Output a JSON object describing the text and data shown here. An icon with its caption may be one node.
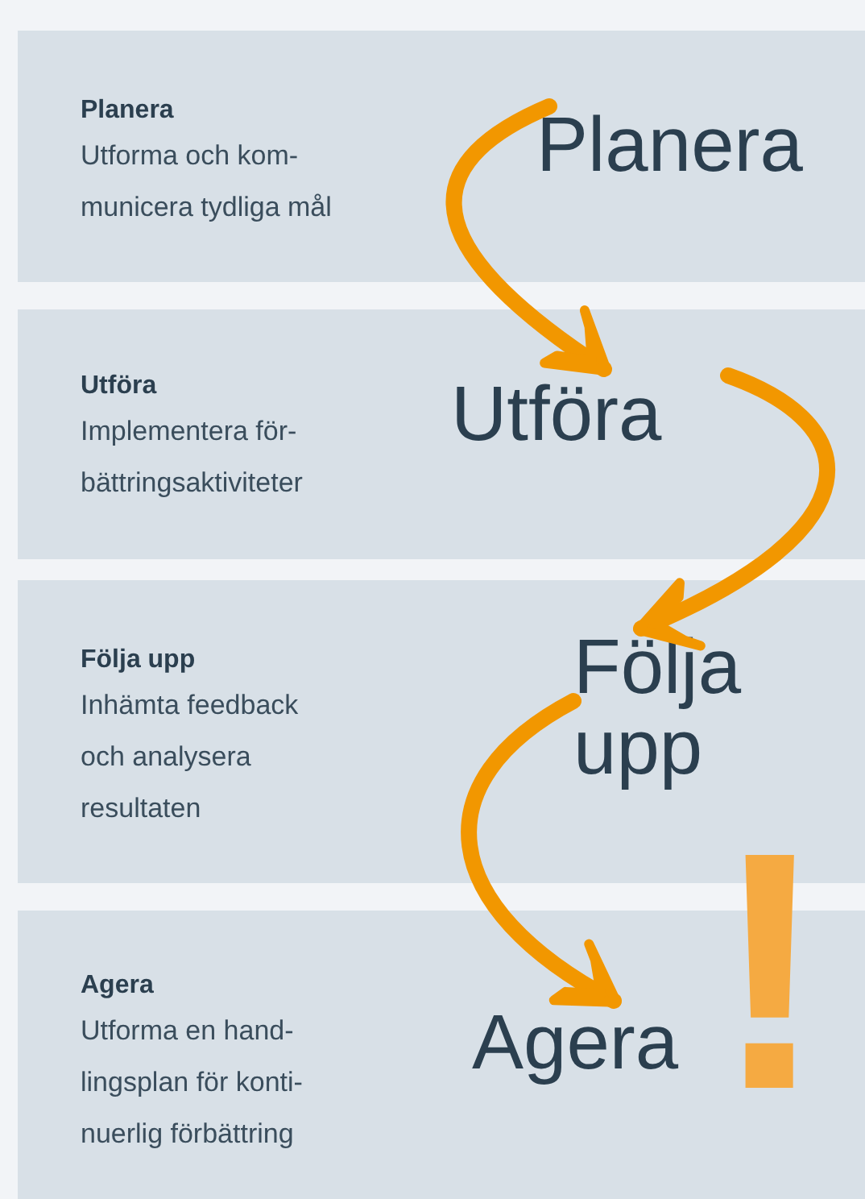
{
  "diagram": {
    "nodes": [
      {
        "text": [
          "Planera",
          "Utforma och kom- municera tydliga mål"
        ]
      },
      {
        "text": [
          "Planera"
        ],
        "in": 0
      },
      {
        "text": [
          "Utföra",
          "Implementera för- bättringsaktiviteter"
        ]
      },
      {
        "text": [
          "Utföra"
        ],
        "in": 2
      },
      {
        "text": [
          "Följa upp",
          "Inhämta feedback och analysera resultaten"
        ]
      },
      {
        "text": [
          "Följa upp"
        ],
        "in": 4
      },
      {
        "text": [
          "Agera",
          "Utforma en hand- lingsplan för konti- nuerlig förbättring"
        ]
      },
      {
        "text": [
          "Agera"
        ],
        "in": 6
      }
    ],
    "edges": [
      {
        "from": 1,
        "to": 3,
        "arrow": "to"
      },
      {
        "from": 3,
        "to": 5,
        "arrow": "to"
      },
      {
        "from": 5,
        "to": 7,
        "arrow": "to"
      }
    ],
    "labels": [
      "!"
    ]
  }
}
